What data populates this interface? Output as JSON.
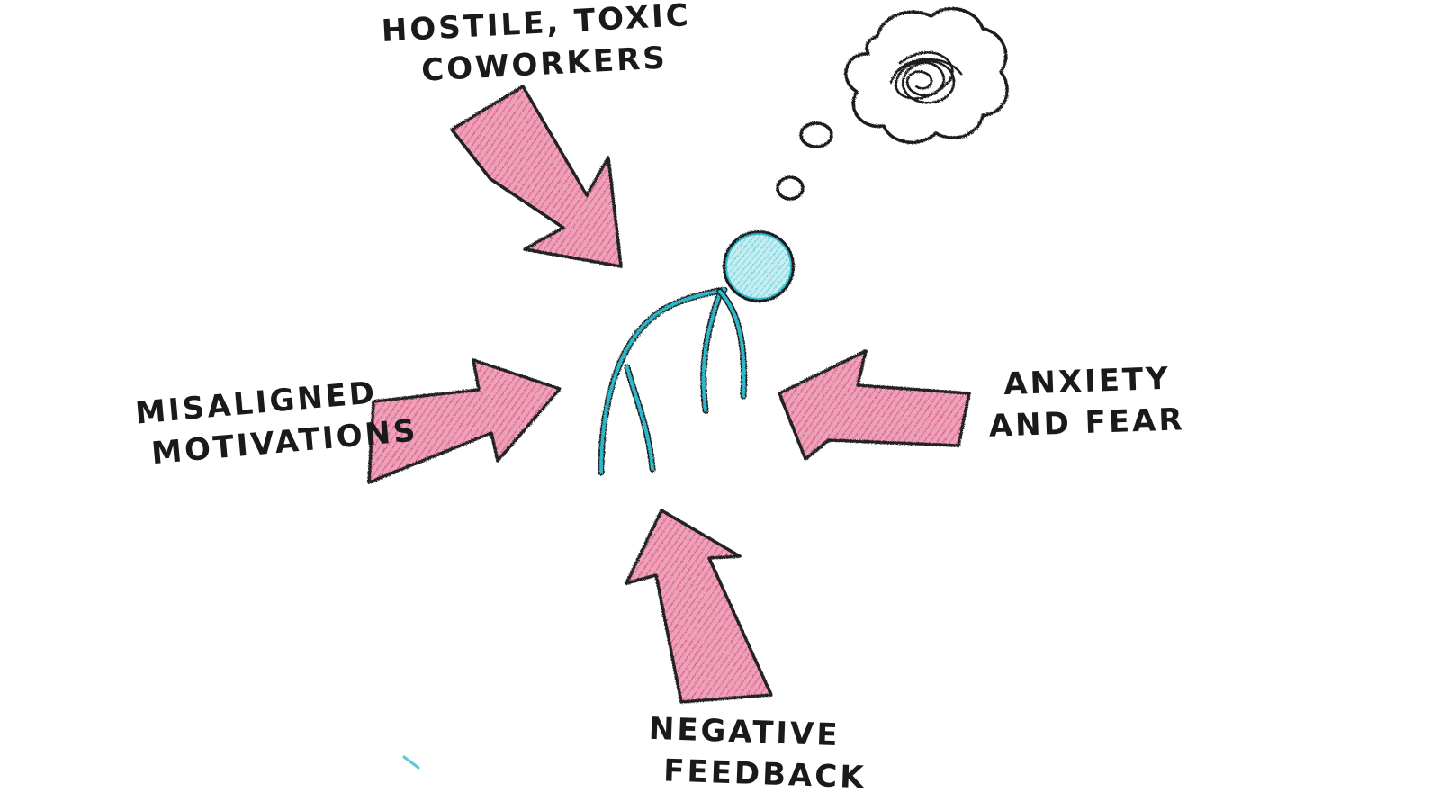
{
  "labels": {
    "top": [
      "HOSTILE, TOXIC",
      "COWORKERS"
    ],
    "left": [
      "MISALIGNED",
      "MOTIVATIONS"
    ],
    "right": [
      "ANXIETY",
      "AND FEAR"
    ],
    "bottom": [
      "NEGATIVE",
      "FEEDBACK"
    ]
  },
  "icons": {
    "figure": "stooped-person-icon",
    "thought": "tangled-thought-bubble-icon",
    "arrows": "pressure-arrow-icon"
  },
  "colors": {
    "arrow_fill": "#e07a9c",
    "figure_stroke": "#2fb8c9",
    "head_fill": "#a9e2ea",
    "ink": "#1a1a1a"
  }
}
